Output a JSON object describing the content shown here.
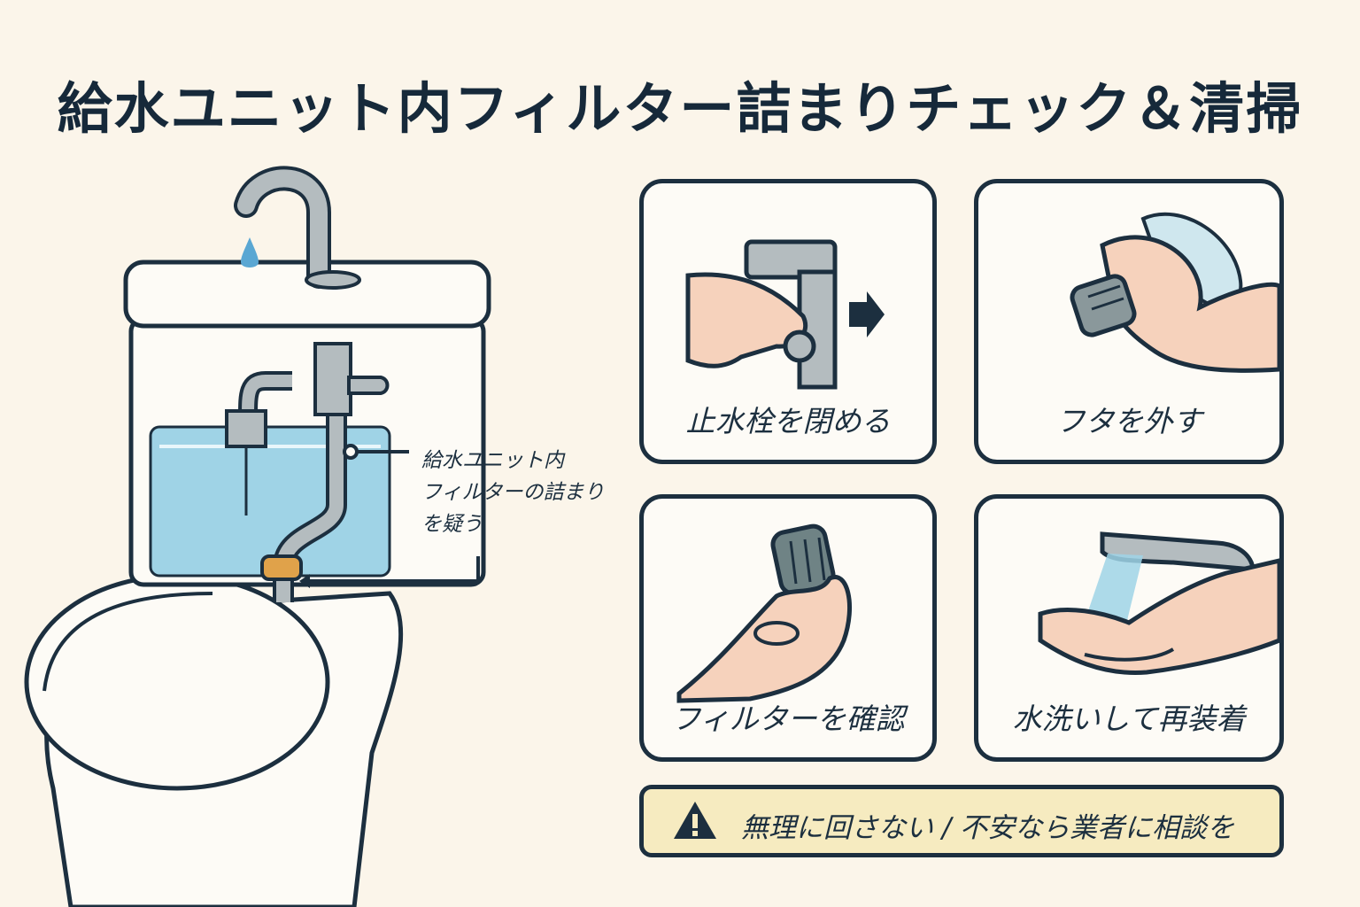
{
  "title": "給水ユニット内フィルター詰まりチェック＆清掃",
  "callout": {
    "text": "給水ユニット内\nフィルターの詰まり\nを疑う"
  },
  "steps": [
    {
      "label": "止水栓を閉める",
      "icon": "faucet-valve-hand-icon"
    },
    {
      "label": "フタを外す",
      "icon": "cap-removal-hand-icon"
    },
    {
      "label": "フィルターを確認",
      "icon": "filter-inspect-hand-icon"
    },
    {
      "label": "水洗いして再装着",
      "icon": "rinse-faucet-hand-icon"
    }
  ],
  "warning": {
    "text": "無理に回さない / 不安なら業者に相談を",
    "icon": "warning-triangle-icon"
  },
  "colors": {
    "background": "#fbf5ea",
    "outline": "#1c2f3f",
    "water": "#9fd3e6",
    "skin": "#f6d2bc",
    "metal": "#b4bcbf",
    "warning_bg": "#f6ebc0",
    "gasket": "#e0a24a"
  }
}
